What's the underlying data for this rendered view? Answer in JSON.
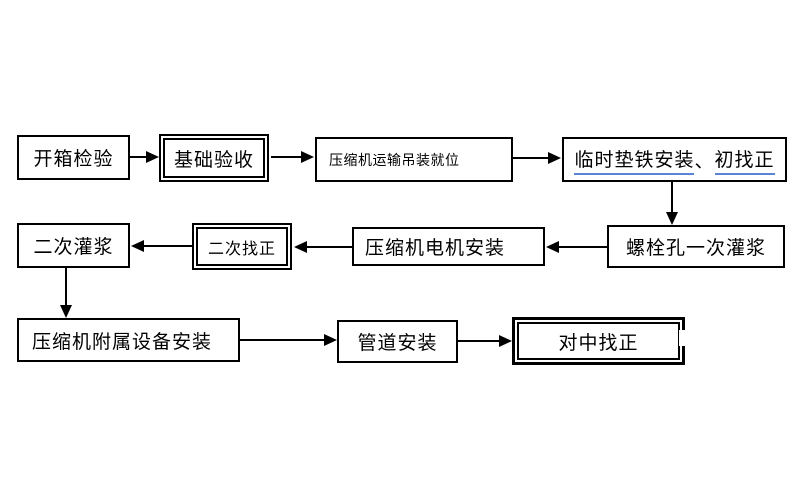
{
  "diagram": {
    "type": "flowchart",
    "language": "zh-CN",
    "background_color": "#ffffff",
    "stroke_color": "#000000",
    "underline_color": "#5b84d6",
    "nodes": {
      "unpack_inspection": {
        "label": "开箱检验",
        "border": "single"
      },
      "foundation_acceptance": {
        "label": "基础验收",
        "border": "double"
      },
      "transport_hoist": {
        "label": "压缩机运输吊装就位",
        "border": "single"
      },
      "temp_shim": {
        "label": "临时垫铁安装、初找正",
        "border": "single",
        "seg1": "临时垫铁安装",
        "seg2": "、",
        "seg3": "初找正"
      },
      "bolt_hole_grouting": {
        "label": "螺栓孔一次灌浆",
        "border": "single"
      },
      "motor_install": {
        "label": "压缩机电机安装",
        "border": "single"
      },
      "secondary_alignment": {
        "label": "二次找正",
        "border": "double"
      },
      "secondary_grouting": {
        "label": "二次灌浆",
        "border": "single"
      },
      "auxiliary_install": {
        "label": "压缩机附属设备安装",
        "border": "single"
      },
      "pipeline_install": {
        "label": "管道安装",
        "border": "single"
      },
      "centering_alignment": {
        "label": "对中找正",
        "border": "double-bold"
      }
    },
    "edges": [
      {
        "from": "unpack_inspection",
        "to": "foundation_acceptance"
      },
      {
        "from": "foundation_acceptance",
        "to": "transport_hoist"
      },
      {
        "from": "transport_hoist",
        "to": "temp_shim"
      },
      {
        "from": "temp_shim",
        "to": "bolt_hole_grouting"
      },
      {
        "from": "bolt_hole_grouting",
        "to": "motor_install"
      },
      {
        "from": "motor_install",
        "to": "secondary_alignment"
      },
      {
        "from": "secondary_alignment",
        "to": "secondary_grouting"
      },
      {
        "from": "secondary_grouting",
        "to": "auxiliary_install"
      },
      {
        "from": "auxiliary_install",
        "to": "pipeline_install"
      },
      {
        "from": "pipeline_install",
        "to": "centering_alignment"
      }
    ]
  }
}
